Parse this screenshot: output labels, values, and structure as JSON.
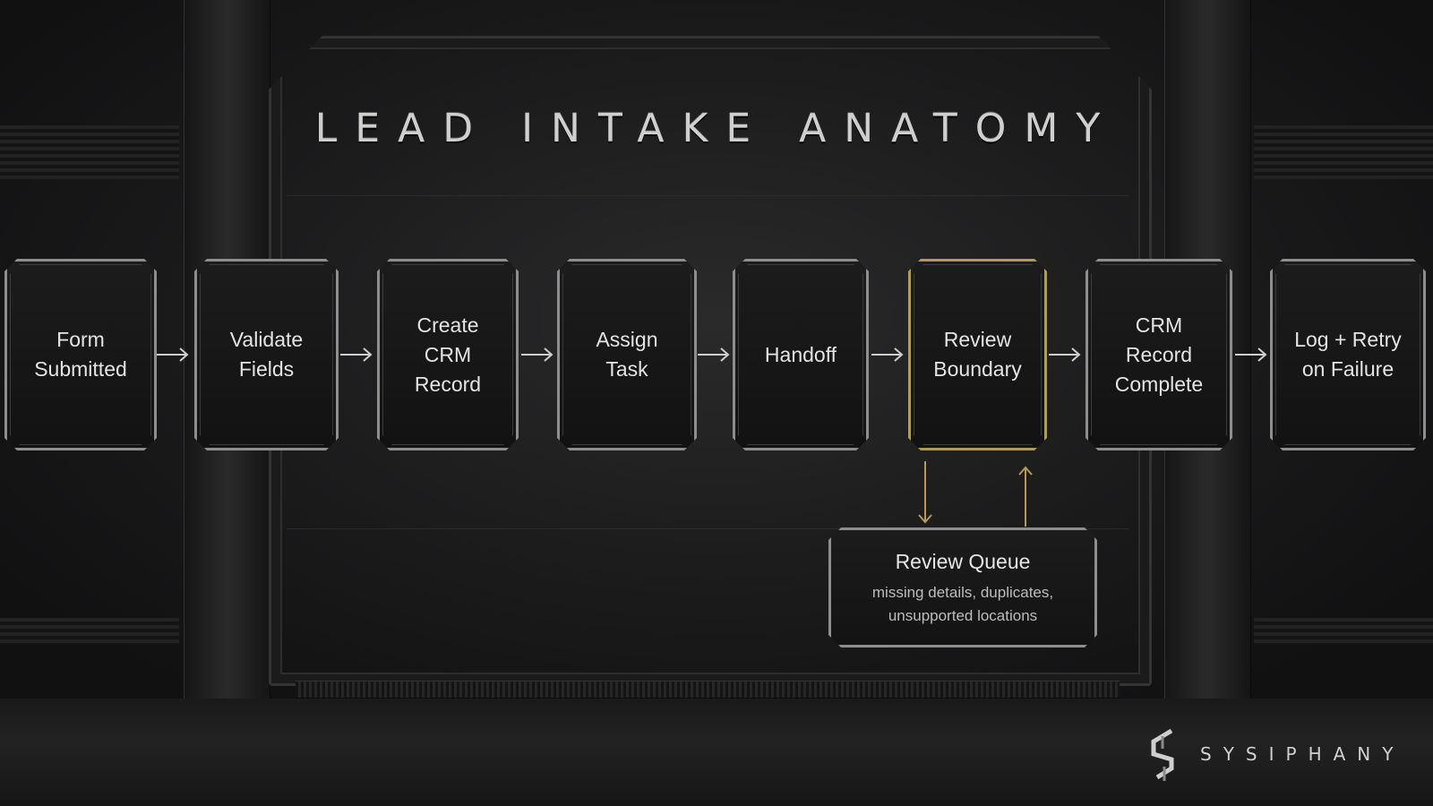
{
  "title": "LEAD INTAKE ANATOMY",
  "nodes": [
    {
      "label": "Form\nSubmitted"
    },
    {
      "label": "Validate\nFields"
    },
    {
      "label": "Create\nCRM\nRecord"
    },
    {
      "label": "Assign\nTask"
    },
    {
      "label": "Handoff"
    },
    {
      "label": "Review\nBoundary",
      "highlight": true
    },
    {
      "label": "CRM\nRecord\nComplete"
    },
    {
      "label": "Log + Retry\non Failure"
    }
  ],
  "review_queue": {
    "title": "Review Queue",
    "description": "missing details, duplicates,\nunsupported locations"
  },
  "brand": {
    "name": "SYSIPHANY",
    "icon": "sysiphany-logo-icon"
  },
  "colors": {
    "node_border": "#8e8e8e",
    "highlight": "#b39a5c",
    "arrow": "#cfcfcf"
  }
}
